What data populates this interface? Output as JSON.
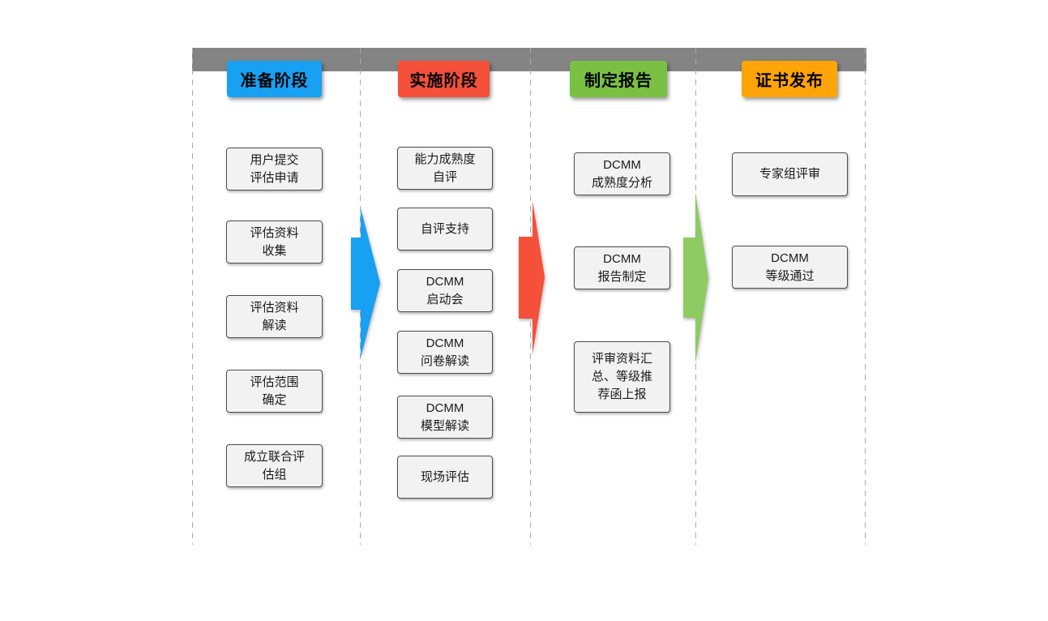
{
  "diagram": {
    "timeline_bar_color": "#848484",
    "phases": [
      {
        "name": "准备阶段",
        "color": "#18A0F2",
        "steps": [
          {
            "label": "用户提交\n评估申请"
          },
          {
            "label": "评估资料\n收集"
          },
          {
            "label": "评估资料\n解读"
          },
          {
            "label": "评估范围\n确定"
          },
          {
            "label": "成立联合评\n估组"
          }
        ]
      },
      {
        "name": "实施阶段",
        "color": "#F4503A",
        "steps": [
          {
            "label": "能力成熟度\n自评"
          },
          {
            "label": "自评支持"
          },
          {
            "label": "DCMM\n启动会"
          },
          {
            "label": "DCMM\n问卷解读"
          },
          {
            "label": "DCMM\n模型解读"
          },
          {
            "label": "现场评估"
          }
        ]
      },
      {
        "name": "制定报告",
        "color": "#7AC143",
        "steps": [
          {
            "label": "DCMM\n成熟度分析"
          },
          {
            "label": "DCMM\n报告制定"
          },
          {
            "label": "评审资料汇\n总、等级推\n荐函上报"
          }
        ]
      },
      {
        "name": "证书发布",
        "color": "#FFA408",
        "steps": [
          {
            "label": "专家组评审"
          },
          {
            "label": "DCMM\n等级通过"
          }
        ]
      }
    ],
    "arrows": [
      {
        "name": "arrow-preparation-to-implementation",
        "color": "#18A0F2"
      },
      {
        "name": "arrow-implementation-to-report",
        "color": "#F4503A"
      },
      {
        "name": "arrow-report-to-certificate",
        "color": "#8FCB63"
      }
    ]
  }
}
